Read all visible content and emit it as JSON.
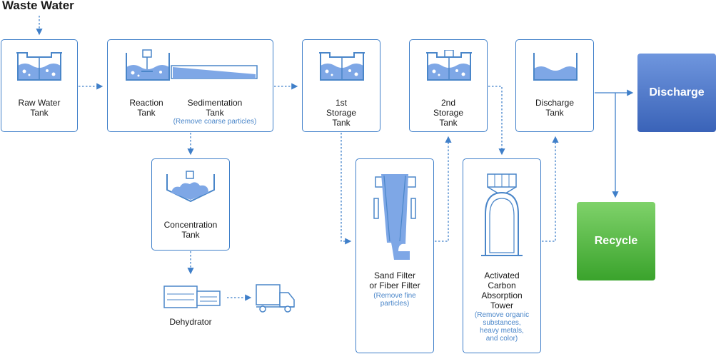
{
  "title": "Waste Water",
  "nodes": {
    "raw_water": {
      "label": "Raw Water\nTank",
      "icon": "tank-icon"
    },
    "reaction": {
      "label": "Reaction\nTank",
      "icon": "mixer-tank-icon"
    },
    "sedimentation": {
      "label": "Sedimentation\nTank",
      "note": "(Remove coarse particles)",
      "icon": "sedimentation-icon"
    },
    "storage1": {
      "label": "1st\nStorage\nTank",
      "icon": "tank-icon"
    },
    "storage2": {
      "label": "2nd\nStorage\nTank",
      "icon": "tank-icon"
    },
    "discharge_tank": {
      "label": "Discharge\nTank",
      "icon": "water-tank-icon"
    },
    "concentration": {
      "label": "Concentration\nTank",
      "icon": "sludge-tank-icon"
    },
    "dehydrator": {
      "label": "Dehydrator",
      "icon": "dehydrator-icon"
    },
    "truck": {
      "icon": "truck-icon"
    },
    "sand_filter": {
      "label": "Sand Filter\nor Fiber Filter",
      "note": "(Remove fine\nparticles)",
      "icon": "filter-icon"
    },
    "carbon_tower": {
      "label": "Activated\nCarbon\nAbsorption\nTower",
      "note": "(Remove organic\nsubstances,\nheavy metals,\nand color)",
      "icon": "tower-icon"
    }
  },
  "outputs": {
    "discharge": {
      "label": "Discharge",
      "color_top": "#6f96de",
      "color_bottom": "#3a63b8"
    },
    "recycle": {
      "label": "Recycle",
      "color_top": "#7fd26a",
      "color_bottom": "#3aa32c"
    }
  },
  "colors": {
    "line": "#3f7fc9",
    "water": "#7ea7e6",
    "frame": "#4a86c9"
  }
}
